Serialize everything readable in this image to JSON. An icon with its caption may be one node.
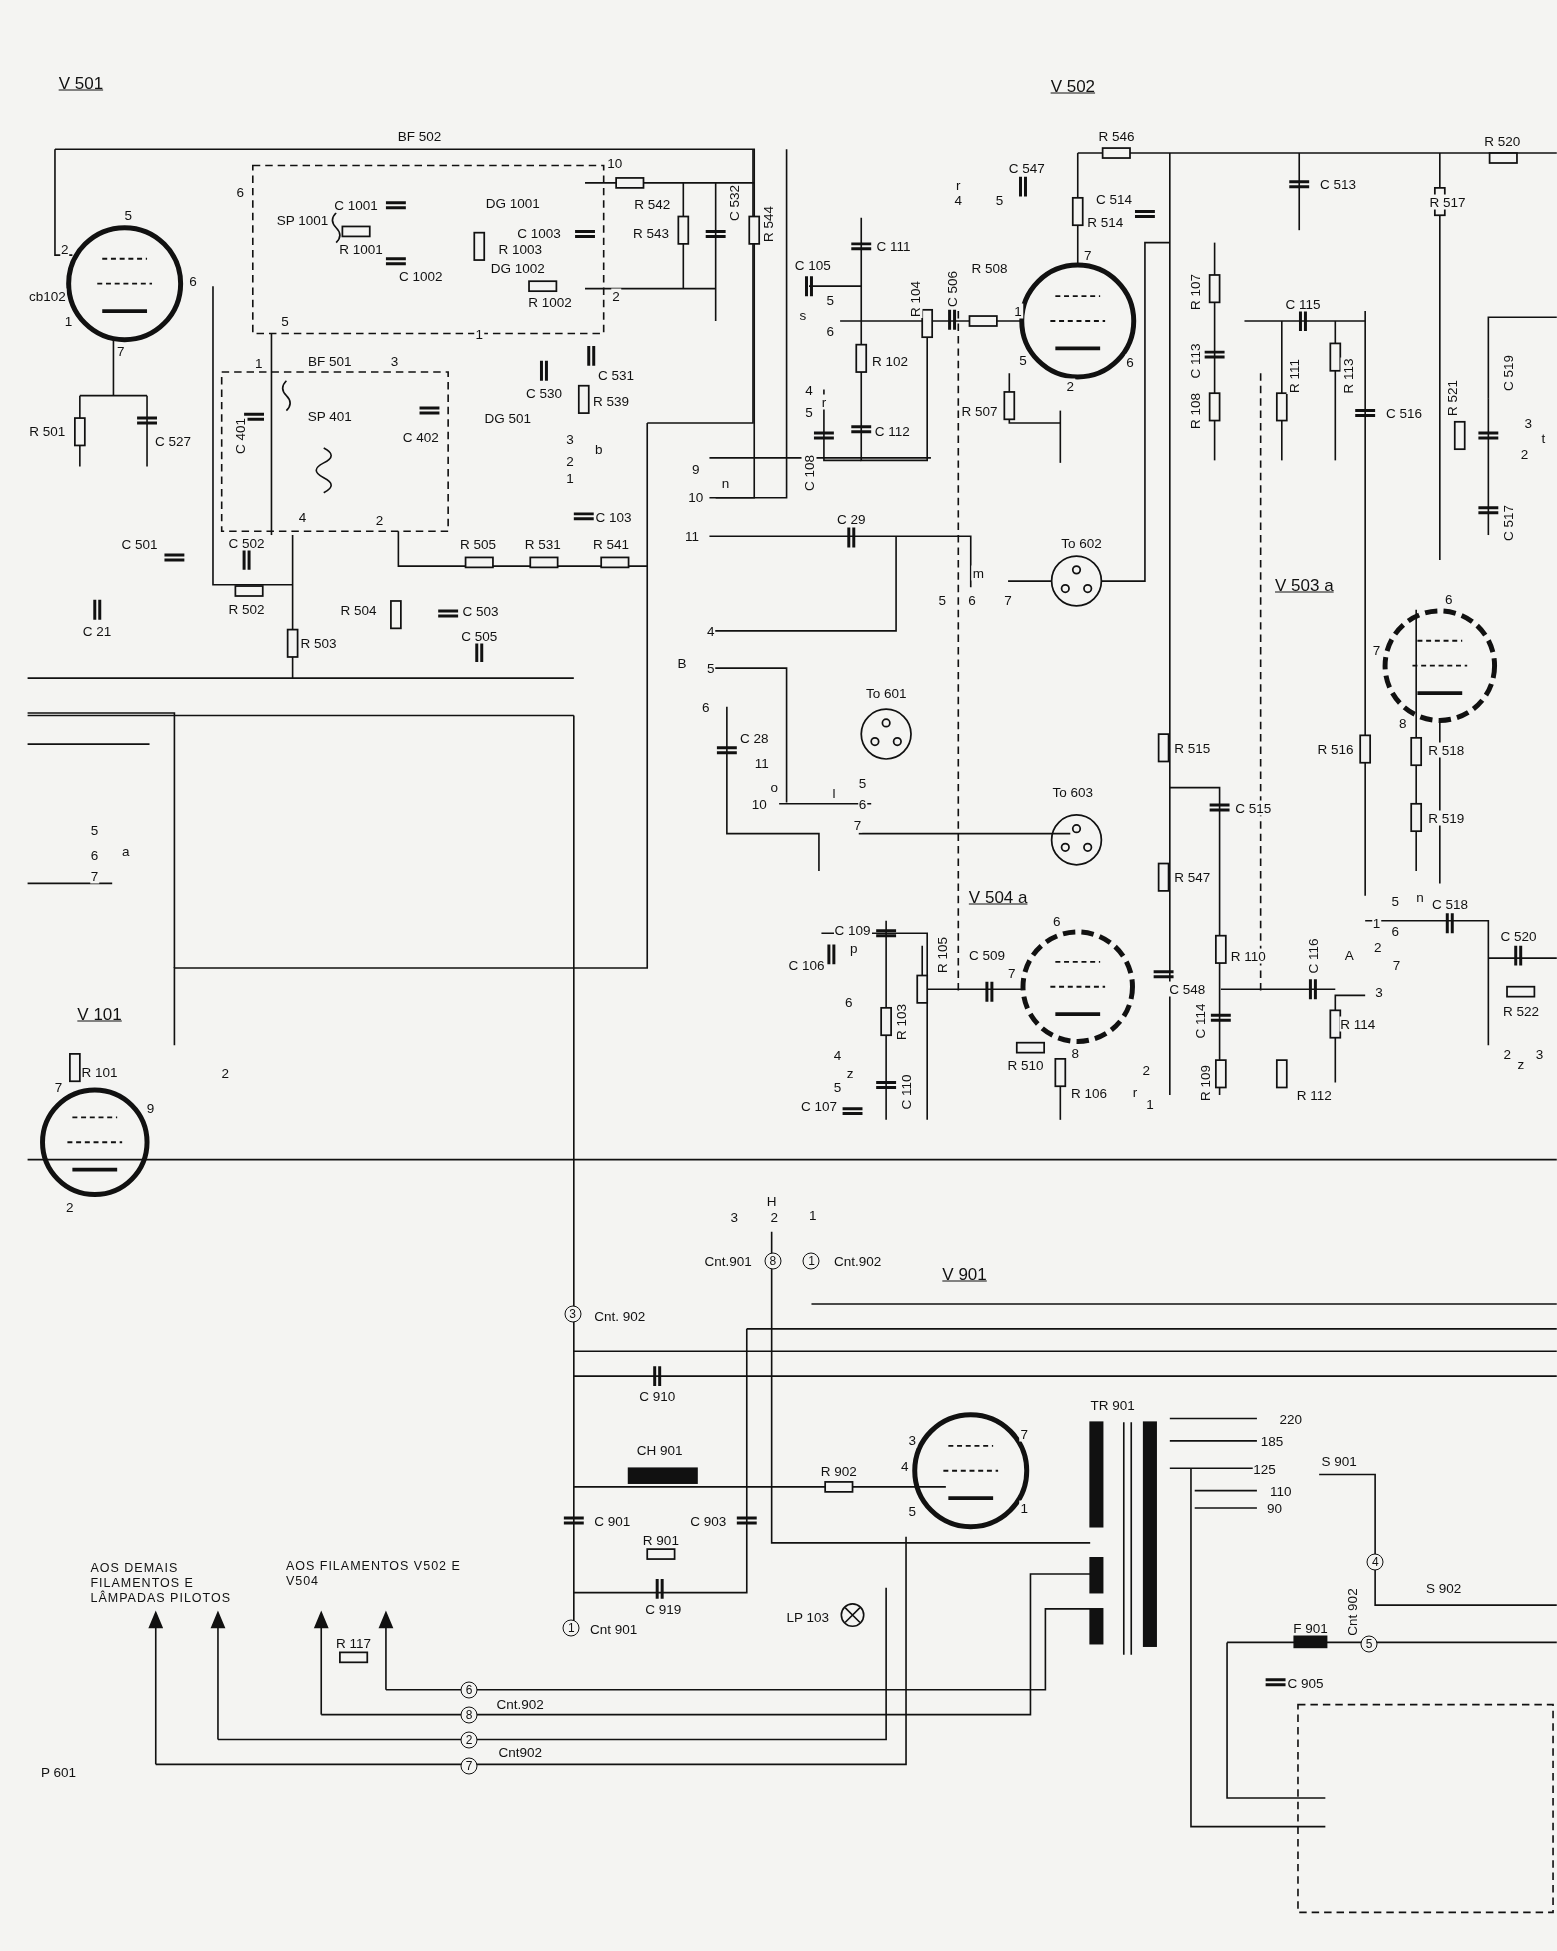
{
  "diagram": {
    "labels": [
      "V 501",
      "V 502",
      "BF 502",
      "R 546",
      "R 520",
      "10",
      "C 547",
      "r",
      "C 513",
      "6",
      "C 1001",
      "DG 1001",
      "R 542",
      "C 532",
      "4",
      "5",
      "C 514",
      "R 517",
      "5",
      "SP 1001",
      "R 544",
      "R 514",
      "C 1003",
      "R 543",
      "2",
      "R 1001",
      "R 1003",
      "C 111",
      "7",
      "DG 1002",
      "C 105",
      "R 508",
      "6",
      "C 1002",
      "cb102",
      "R 1002",
      "2",
      "5",
      "R 104",
      "C 506",
      "R 107",
      "C 115",
      "1",
      "5",
      "s",
      "1",
      "1",
      "6",
      "7",
      "1",
      "BF 501",
      "3",
      "R 102",
      "5",
      "6",
      "C 113",
      "C 531",
      "R 111",
      "R 113",
      "C 519",
      "C 530",
      "R 539",
      "4",
      "r",
      "2",
      "R 521",
      "SP 401",
      "DG 501",
      "5",
      "R 507",
      "R 108",
      "C 516",
      "R 501",
      "C 527",
      "C 401",
      "C 402",
      "3",
      "C 112",
      "3",
      "t",
      "2",
      "b",
      "2",
      "1",
      "9",
      "n",
      "C 108",
      "10",
      "4",
      "2",
      "C 103",
      "C 29",
      "C 517",
      "C 501",
      "C 502",
      "R 505",
      "R 531",
      "R 541",
      "11",
      "To 602",
      "m",
      "V 503 a",
      "5",
      "6",
      "7",
      "6",
      "R 502",
      "R 504",
      "C 503",
      "C 21",
      "4",
      "R 503",
      "C 505",
      "7",
      "B",
      "5",
      "To 601",
      "6",
      "8",
      "C 28",
      "R 515",
      "R 516",
      "R 518",
      "11",
      "o",
      "l",
      "5",
      "To 603",
      "10",
      "6",
      "C 515",
      "R 519",
      "7",
      "5",
      "6",
      "a",
      "7",
      "R 547",
      "V 504 a",
      "5",
      "n",
      "C 518",
      "6",
      "1",
      "C 109",
      "6",
      "C 520",
      "p",
      "R 105",
      "C 509",
      "R 110",
      "C 116",
      "A",
      "2",
      "C 106",
      "7",
      "7",
      "C 548",
      "3",
      "6",
      "V 101",
      "R 103",
      "C 114",
      "R 114",
      "R 522",
      "4",
      "8",
      "2",
      "3",
      "R 101",
      "2",
      "z",
      "R 510",
      "2",
      "z",
      "7",
      "5",
      "C 110",
      "R 106",
      "r",
      "R 109",
      "R 112",
      "9",
      "C 107",
      "1",
      "2",
      "H",
      "3",
      "2",
      "1",
      "Cnt.901",
      "8",
      "1",
      "Cnt.902",
      "V 901",
      "3",
      "Cnt. 902",
      "C 910",
      "TR 901",
      "220",
      "3",
      "7",
      "185",
      "CH 901",
      "R 902",
      "4",
      "125",
      "S 901",
      "110",
      "5",
      "1",
      "90",
      "C 901",
      "C 903",
      "R 901",
      "4",
      "AOS DEMAIS FILAMENTOS E LÂMPADAS PILOTOS",
      "AOS FILAMENTOS V502 E V504",
      "S 902",
      "C 919",
      "LP 103",
      "Cnt 902",
      "1",
      "Cnt 901",
      "F 901",
      "R 117",
      "5",
      "C 905",
      "6",
      "Cnt.902",
      "8",
      "2",
      "Cnt902",
      "P 601",
      "7"
    ]
  }
}
